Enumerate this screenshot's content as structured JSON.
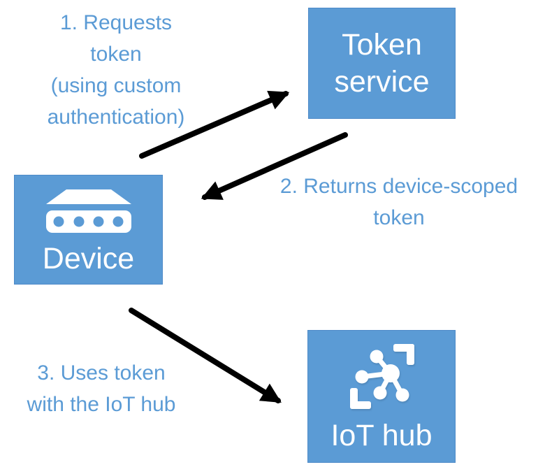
{
  "colors": {
    "node_fill": "#5b9bd5",
    "node_border": "#4e8ac8",
    "node_label": "#ffffff",
    "annotation_text": "#5b9bd5",
    "arrow": "#000000",
    "background": "#ffffff"
  },
  "nodes": {
    "token_service": {
      "label": "Token service",
      "lines": [
        "Token",
        "service"
      ]
    },
    "device": {
      "label": "Device",
      "icon": "device-icon"
    },
    "iot_hub": {
      "label": "IoT hub",
      "icon": "iot-hub-icon"
    }
  },
  "annotations": {
    "step1": {
      "lines": [
        "1. Requests",
        "token",
        "(using custom",
        "authentication)"
      ]
    },
    "step2": {
      "lines": [
        "2. Returns device-scoped",
        "token"
      ]
    },
    "step3": {
      "lines": [
        "3. Uses token",
        "with the IoT hub"
      ]
    }
  },
  "arrows": [
    {
      "name": "request-token",
      "from": "Device",
      "to": "Token service",
      "step": "1"
    },
    {
      "name": "return-token",
      "from": "Token service",
      "to": "Device",
      "step": "2"
    },
    {
      "name": "use-token",
      "from": "Device",
      "to": "IoT hub",
      "step": "3"
    }
  ]
}
